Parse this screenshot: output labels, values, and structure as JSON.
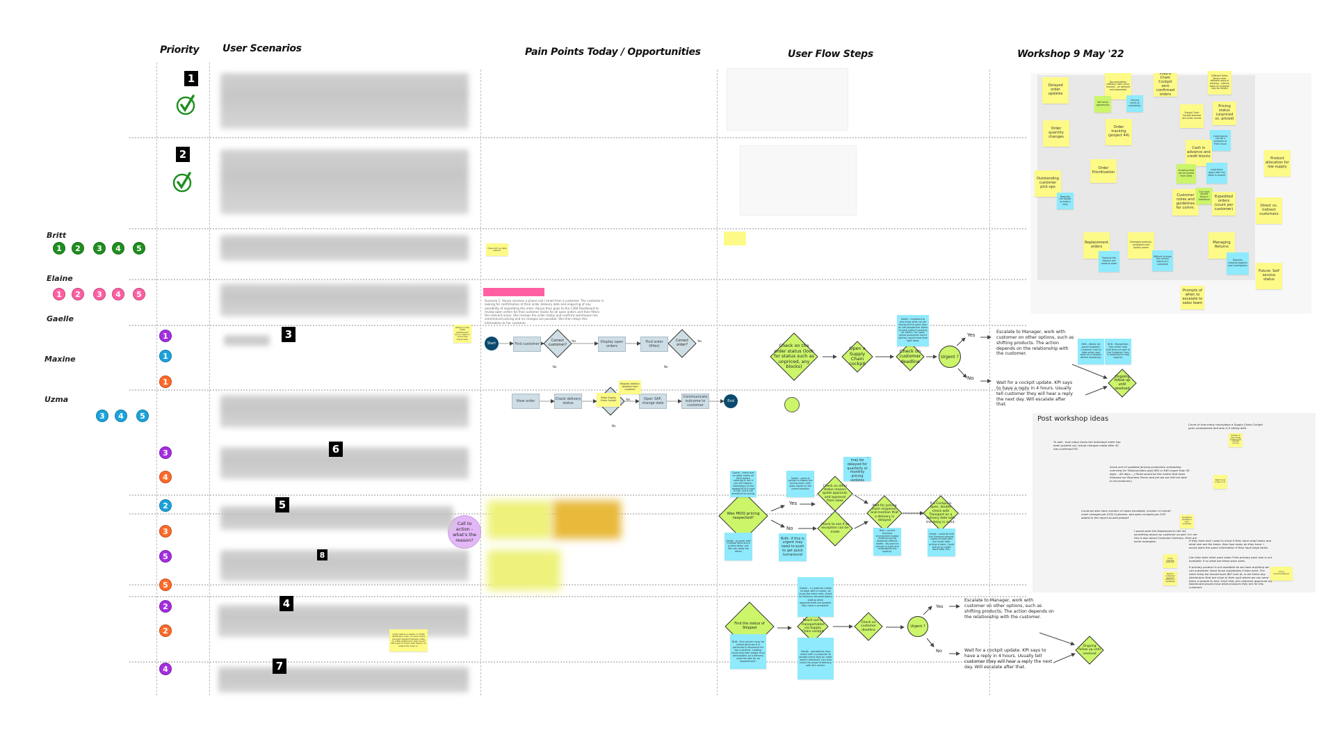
{
  "colors": {
    "yellow": "#fdfa87",
    "cyan": "#8eeafc",
    "lime": "#ccf56a",
    "pink": "#ff5fa2",
    "purple": "#a32ee0",
    "blue": "#1ba3dc",
    "orange": "#ff6a2a",
    "green": "#1f8f1f",
    "navy": "#0b4a6e",
    "flowbox": "#cfdde4",
    "lilac": "#e4b8f7"
  },
  "headers": {
    "priority": "Priority",
    "user_scenarios": "User Scenarios",
    "pain_points": "Pain Points Today / Opportunities",
    "user_flow_steps": "User Flow Steps",
    "workshop": "Workshop 9 May '22"
  },
  "personas": [
    {
      "name": "Britt",
      "color": "green",
      "votes": [
        "1",
        "2",
        "3",
        "4",
        "5"
      ]
    },
    {
      "name": "Elaine",
      "color": "pink",
      "votes": [
        "1",
        "2",
        "3",
        "4",
        "5"
      ]
    },
    {
      "name": "Gaelle",
      "color": "",
      "votes": []
    },
    {
      "name": "Maxine",
      "color": "",
      "votes": []
    },
    {
      "name": "Uzma",
      "color": "blue",
      "votes": [
        "3",
        "4",
        "5"
      ]
    }
  ],
  "priority_votes": [
    {
      "n": "1",
      "color": "purple"
    },
    {
      "n": "1",
      "color": "blue"
    },
    {
      "n": "1",
      "color": "orange"
    },
    {
      "n": "3",
      "color": "purple"
    },
    {
      "n": "4",
      "color": "orange"
    },
    {
      "n": "2",
      "color": "blue"
    },
    {
      "n": "3",
      "color": "orange"
    },
    {
      "n": "5",
      "color": "purple"
    },
    {
      "n": "5",
      "color": "orange"
    },
    {
      "n": "2",
      "color": "purple"
    },
    {
      "n": "2",
      "color": "orange"
    },
    {
      "n": "4",
      "color": "purple"
    }
  ],
  "scenario_badges": [
    "1",
    "2",
    "3",
    "6",
    "5",
    "8",
    "4",
    "7"
  ],
  "completed_checks": [
    true,
    true
  ],
  "pain_points": {
    "scenario_text": "Scenario 1: Alyssa receives a phone call / email from a customer. The customer is looking for confirmation of their order delivery date and enquiring of any possibility of expediting the order. Alyssa then goes to the C360 Dashboard to review open orders for that customer (looks for all open orders and then filters the relevant ones). She reviews the order status and confirms warehouse has commenced picking and no changes are possible. She then relays this information to her customer.",
    "call_to_action": "Call to action - what's the reason?",
    "notes": [
      {
        "text": "Does pick up date expire?",
        "color": "yellow"
      },
      {
        "text": "Notes on the C360 dashboard? So no need to check the transf site!",
        "color": "yellow"
      },
      {
        "text": "Order status is visible on C360 dashboard. User can also check planned dispatch/delivery date on C360 dashboard. User would still need to check with haulier on where the order is.",
        "color": "yellow"
      }
    ],
    "flow": [
      {
        "text": "Start",
        "kind": "start"
      },
      {
        "text": "Find customer",
        "kind": "box"
      },
      {
        "text": "Correct customer?",
        "kind": "decision"
      },
      {
        "text": "Display open orders",
        "kind": "box"
      },
      {
        "text": "Find order (filter)",
        "kind": "box"
      },
      {
        "text": "Correct order?",
        "kind": "decision"
      },
      {
        "text": "View order",
        "kind": "box"
      },
      {
        "text": "Check delivery status",
        "kind": "box"
      },
      {
        "text": "",
        "kind": "decision"
      },
      {
        "text": "Open SAP, change date",
        "kind": "box"
      },
      {
        "text": "Communicate outcome to customer",
        "kind": "box"
      },
      {
        "text": "End",
        "kind": "start"
      },
      {
        "text": "Raise Supply Chain Cockpit",
        "kind": "sticky"
      },
      {
        "text": "Request delivery deadline from customer",
        "kind": "sticky"
      }
    ],
    "flow_labels": [
      "Yes",
      "No",
      "Yes",
      "No",
      "Yes",
      "No"
    ]
  },
  "flow_steps": {
    "row1": {
      "nodes": [
        "Check on the order status (look for status such as unpriced, any blocks)",
        "Open a Supply Chain cockpit",
        "Check on customer deadline",
        "Urgent ?",
        "Ongoing follow up until resolved"
      ],
      "yes": "Yes",
      "no": "No",
      "yes_text": "Escalate to Manager, work with customer on other options, such as shifting products. The action depends on the relationship with the customer.",
      "no_text": "Wait for a cockpit update. KPI says to have a reply in 4 hours. Usually tell customer they will hear a reply the next day. Will escalate after that.",
      "notes": [
        "Gaelle - Important to also know what can be shared at this point from an AM perspective. Need to have notes if covering for others. For cases where production hasn't started, would share that right away.",
        "Britt - Ideally we would empower Customer Care to take action and work on a solution before escalating.",
        "Britt - Recognition from other roles that they are part of the Customer Care is important to add urgency."
      ]
    },
    "row2": {
      "nodes": [
        "Was MOQ pricing respected?",
        "Check on other status reason: quote approval, and approval from sales",
        "Check to see if an exception can be made",
        "Wait for pricing team response, and mention that a delivery is delayed",
        "If a Cockpit is open, double check with Transport on a delivery date with the delay in mind."
      ],
      "yes": "Yes",
      "no": "No",
      "notes": [
        "Gaelle - check that an order meets an MOQ before entering it, but it can still happen. Information on the agreed MOQ is kept in SAP, but it can sometime be wrong.",
        "Gaelle - an order with multiple SKUs and a pricing delay, one SKU can delay the others",
        "Gaelle - point of contact is always the pricing team, with sales copied on the communication",
        "Britt- if this is urgent may need to push to get quick turnaround",
        "Britt - pricing may be delayed for quarterly or monthly pricing updates",
        "Britt - current business environment makes meeting pricing deadlines difficult. Gaelle - My point of contact is quick and understands the urgency.",
        "Gaelle - could be that the Transport planner needs to book with the hauler after pricing is done. Could still go on credit block after this."
      ]
    },
    "row3": {
      "nodes": [
        "Find the status of Shipped",
        "Reach out to Transportation via Supply Chain cockpit",
        "Check on customer deadline",
        "Urgent ?",
        "Ongoing follow up until resolved"
      ],
      "yes": "Yes",
      "no": "No",
      "yes_text": "Escalate to Manager, work with customer on other options, such as shifting products; The action depends on the relationship with the customer.",
      "no_text": "Wait for a cockpit update. KPI says to have a reply in 4 hours. Usually tell customer they will hear a reply the next day. Will escalate after that.",
      "notes": [
        "Britt - the concern may be raised because it is particularly important for the customer. Loading could also take longer than anticipated, so a delivery could be late for an appointment.",
        "Gaelle - a customer needs to book with a hauler, so to go the extra mile, check for delivery documentation stating when appointments are booked. May raise a complaint.",
        "Gaelle - sometimes may check with a customer to double-check that an order wasn't delivered. Can also check for proof of delivery with the carrier."
      ]
    }
  },
  "workshop": {
    "stickies": [
      {
        "text": "Delayed order updates",
        "color": "yellow"
      },
      {
        "text": "Documentation (delivery note, price, invoice) - on demand and automated",
        "color": "yellow"
      },
      {
        "text": "Supply Chain Cockpit zero confirmed orders",
        "color": "yellow"
      },
      {
        "text": "Different Sales Teams have different ways of working - internal notes to customer may be helpful",
        "color": "yellow"
      },
      {
        "text": "Self serve opportunity",
        "color": "lime"
      },
      {
        "text": "Varying levels of availability",
        "color": "cyan"
      },
      {
        "text": "Supply Chain Cockpit statuses and order counts",
        "color": "yellow"
      },
      {
        "text": "Pricing status (unpriced vs. priced)",
        "color": "yellow"
      },
      {
        "text": "Order quantity changes",
        "color": "yellow"
      },
      {
        "text": "Order tracking (project 44)",
        "color": "yellow"
      },
      {
        "text": "Credit blocks can be a customer or Party issue",
        "color": "cyan"
      },
      {
        "text": "Cash in advance and credit blocks",
        "color": "yellow"
      },
      {
        "text": "Order Prioritization",
        "color": "yellow"
      },
      {
        "text": "Outstanding customer pick-ups",
        "color": "yellow"
      },
      {
        "text": "Requires the haulier to book a time",
        "color": "cyan"
      },
      {
        "text": "Knowing what can be shared from Sales",
        "color": "lime"
      },
      {
        "text": "Lead times apply after the block is cleared",
        "color": "cyan"
      },
      {
        "text": "Customer notes and guidelines for comm.",
        "color": "yellow"
      },
      {
        "text": "Can have entries living in Salesforce",
        "color": "lime"
      },
      {
        "text": "Expedited orders (count per customer)",
        "color": "yellow"
      },
      {
        "text": "Replacement orders",
        "color": "yellow"
      },
      {
        "text": "Products like flavours are made to order",
        "color": "cyan"
      },
      {
        "text": "Damaged products, complaints and quality issues",
        "color": "yellow"
      },
      {
        "text": "Difficult to know the current status of a complaint",
        "color": "cyan"
      },
      {
        "text": "Managing Returns",
        "color": "yellow"
      },
      {
        "text": "Requires shipping logistics and investigation",
        "color": "cyan"
      },
      {
        "text": "Product allocation for low supply",
        "color": "yellow"
      },
      {
        "text": "Direct vs. Indirect customers",
        "color": "yellow"
      },
      {
        "text": "Future: Self service status",
        "color": "yellow"
      },
      {
        "text": "Prompts of when to escalate to sales team",
        "color": "yellow"
      }
    ]
  },
  "post_workshop": {
    "title": "Post workshop ideas",
    "ideas": [
      "Count of how many hours/days a Supply Chain Cockpit goes unanswered and who is it sitting with.",
      "To add - how many times the individual order has been pushed out, actual changes made after 4C has confirmed PO.",
      "Some sort of updated /pricing production scheduling overview for Taiwan/orders past 800 or 840 longer than 30 days... 60 days... ( these would be the orders that have followed our Business Terms and yet we are still not able to be produced )",
      "Could we also have number of cases escalated, number of overall order changes per CCS/ Customer, and open cockpits per CCR added to the report as well please?",
      "I would want the Dashboard to tell me something about my customer as well. For me this is also about Customer Intimacy. Here are some examples:",
      "If they take bulk I want to know if they have small tanks and what size are the tanks. Also how many do they have. I would want the same information if they have large tanks.",
      "Can they take other pack sizes if the primary pack size is not available. If so what are those pack sizes.",
      "If primary product is not available do we have anything we can substitute. Have those substitutes if they exist. The other thing we should have 8D? look at, is are there any distributors that are close to their spot where we can send them a sample to test. Once they are customer approved my Dashboard would know what products they are for this customer."
    ],
    "notes": [
      "Number of open issues sorted by the customer and rep",
      "Need to see if late or not",
      "Escalations identified in early workshops",
      "Is this customer preferred?",
      "Need to understand approved products or substitutes",
      "Proud recommendations?"
    ]
  }
}
